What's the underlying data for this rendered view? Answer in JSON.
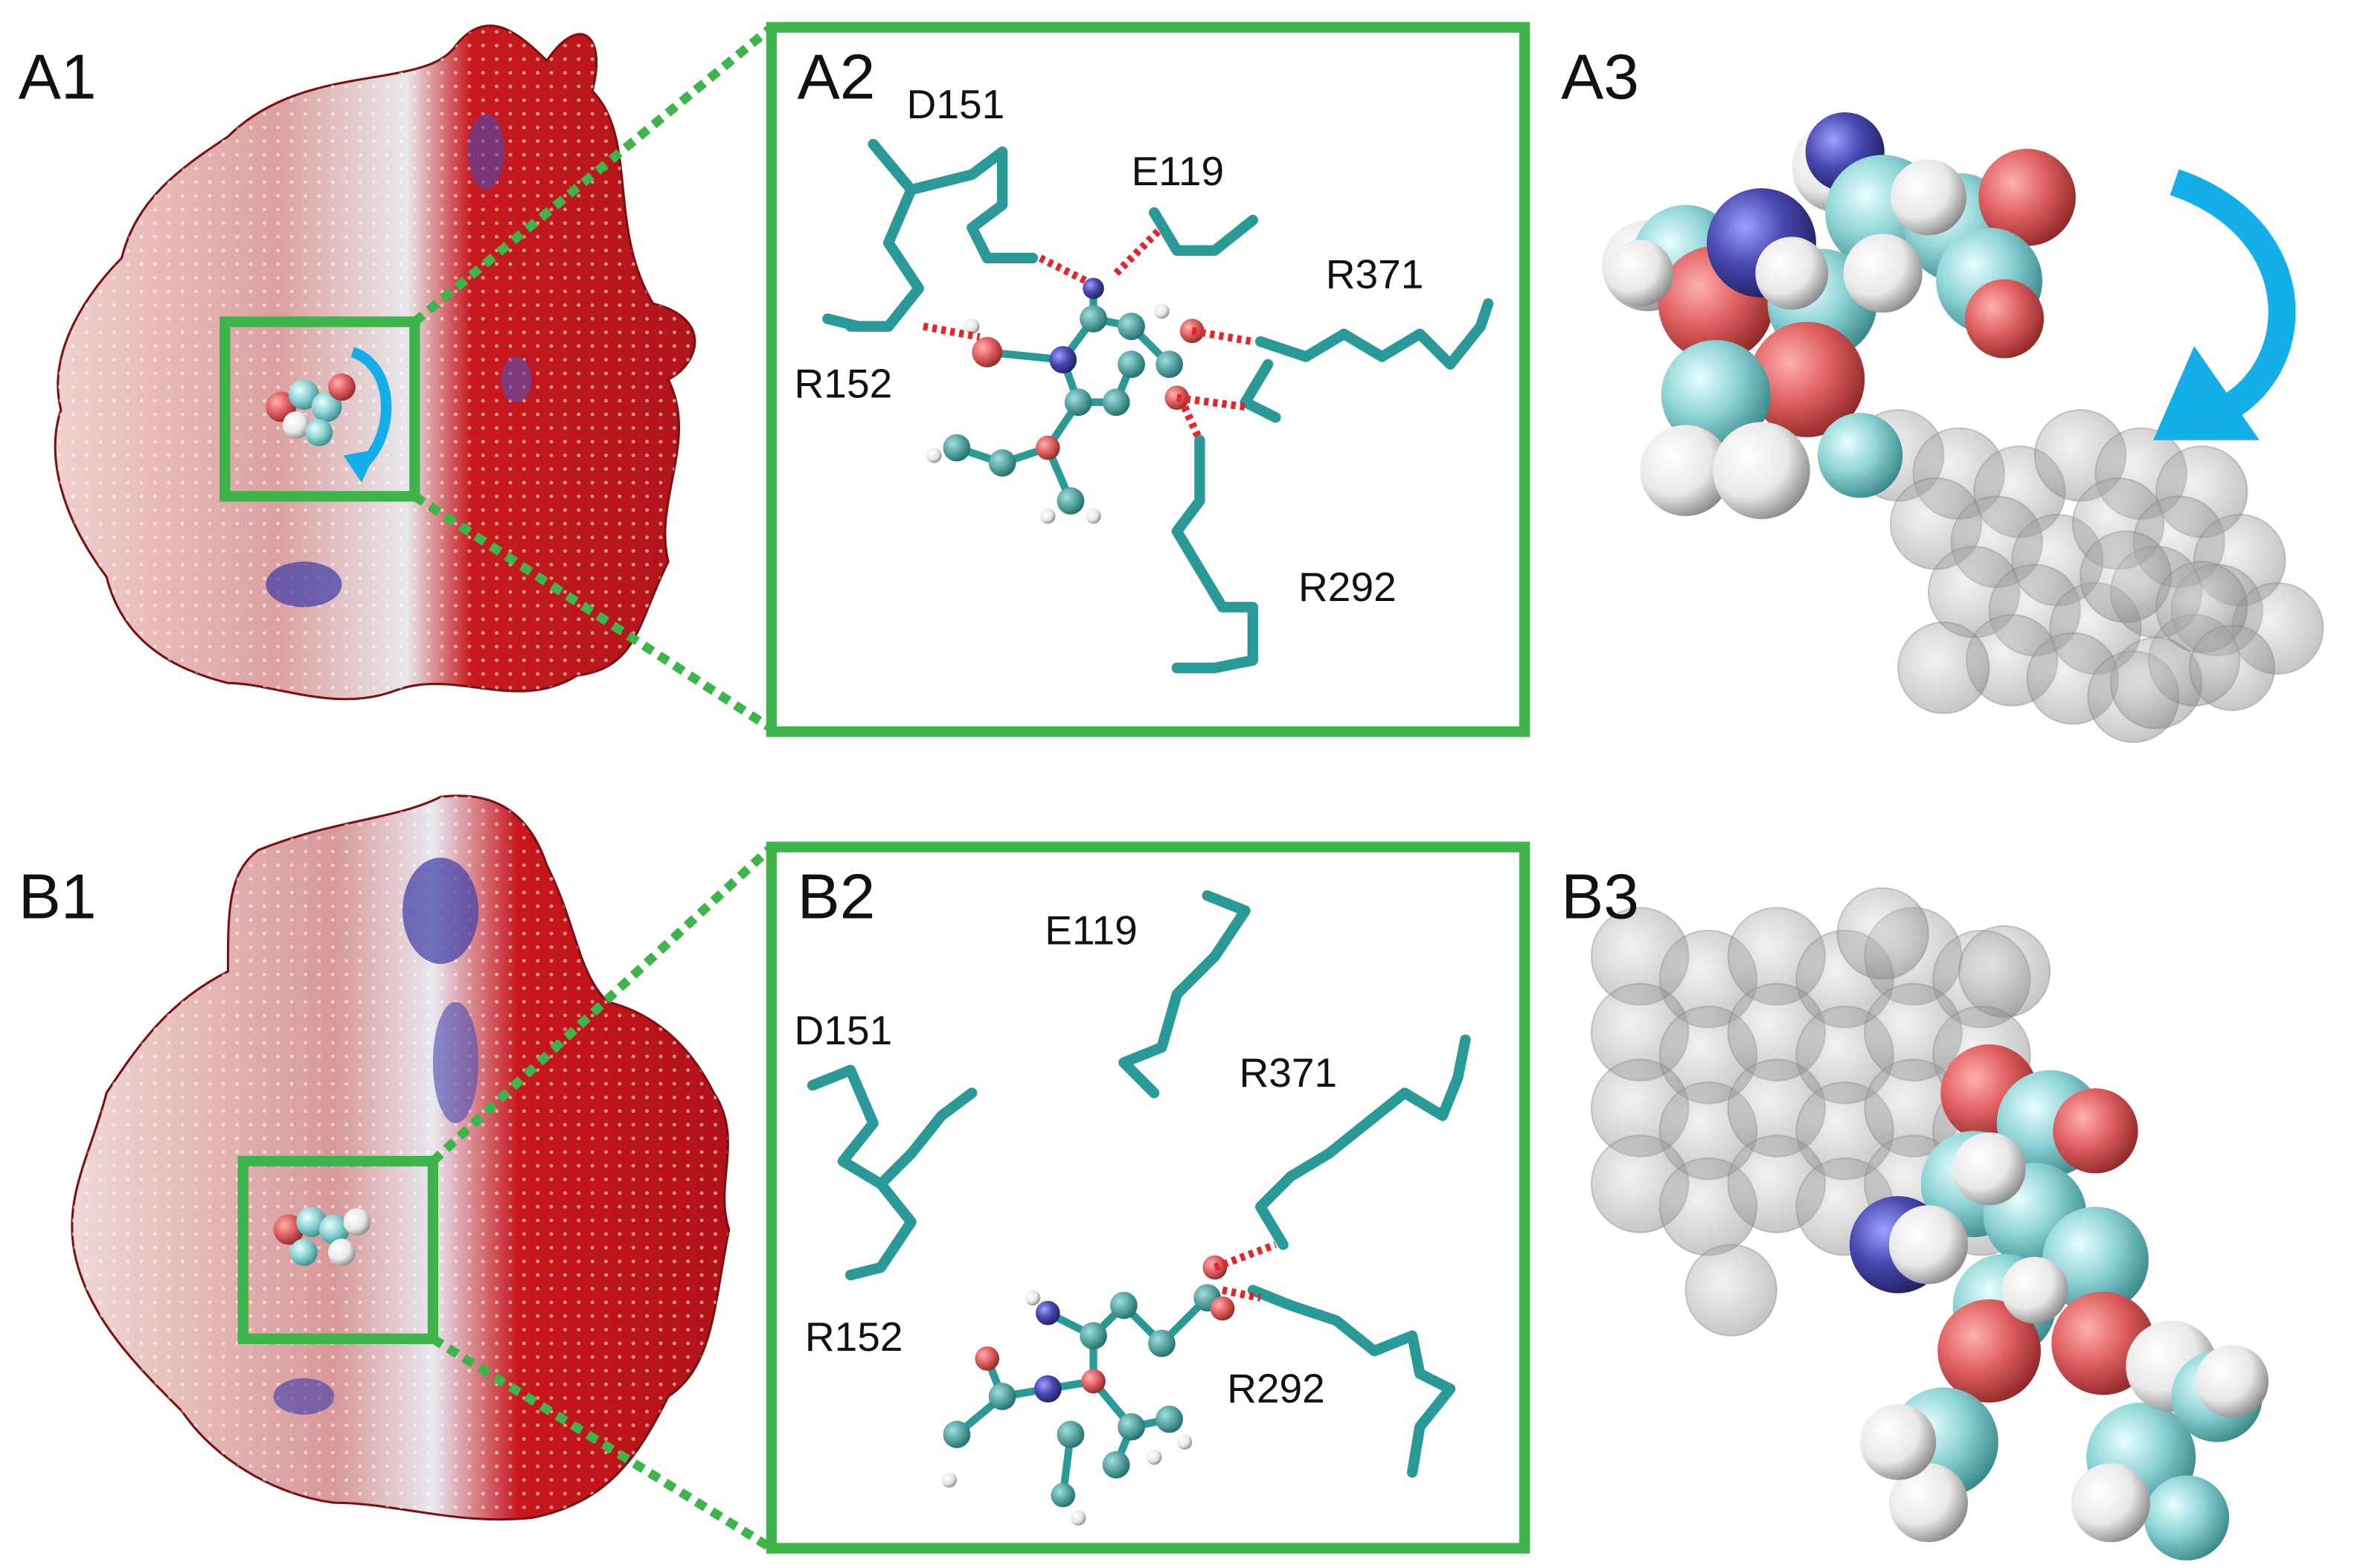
{
  "panels": {
    "A1": "A1",
    "A2": "A2",
    "A3": "A3",
    "B1": "B1",
    "B2": "B2",
    "B3": "B3"
  },
  "residues_A2": {
    "d151": "D151",
    "e119": "E119",
    "r371": "R371",
    "r152": "R152",
    "r292": "R292"
  },
  "residues_B2": {
    "e119": "E119",
    "d151": "D151",
    "r371": "R371",
    "r152": "R152",
    "r292": "R292"
  },
  "colors": {
    "box_green": "#3db54a",
    "arrow_blue": "#14aee8",
    "carbon_teal": "#2a9a98",
    "oxygen_red": "#d42020",
    "nitrogen_blue": "#2c2ca0",
    "hbond_red": "#e8242a",
    "surface_red": "#c8141c",
    "surface_pink": "#e6b4b4",
    "ghost_gray": "#9a9a9a"
  }
}
